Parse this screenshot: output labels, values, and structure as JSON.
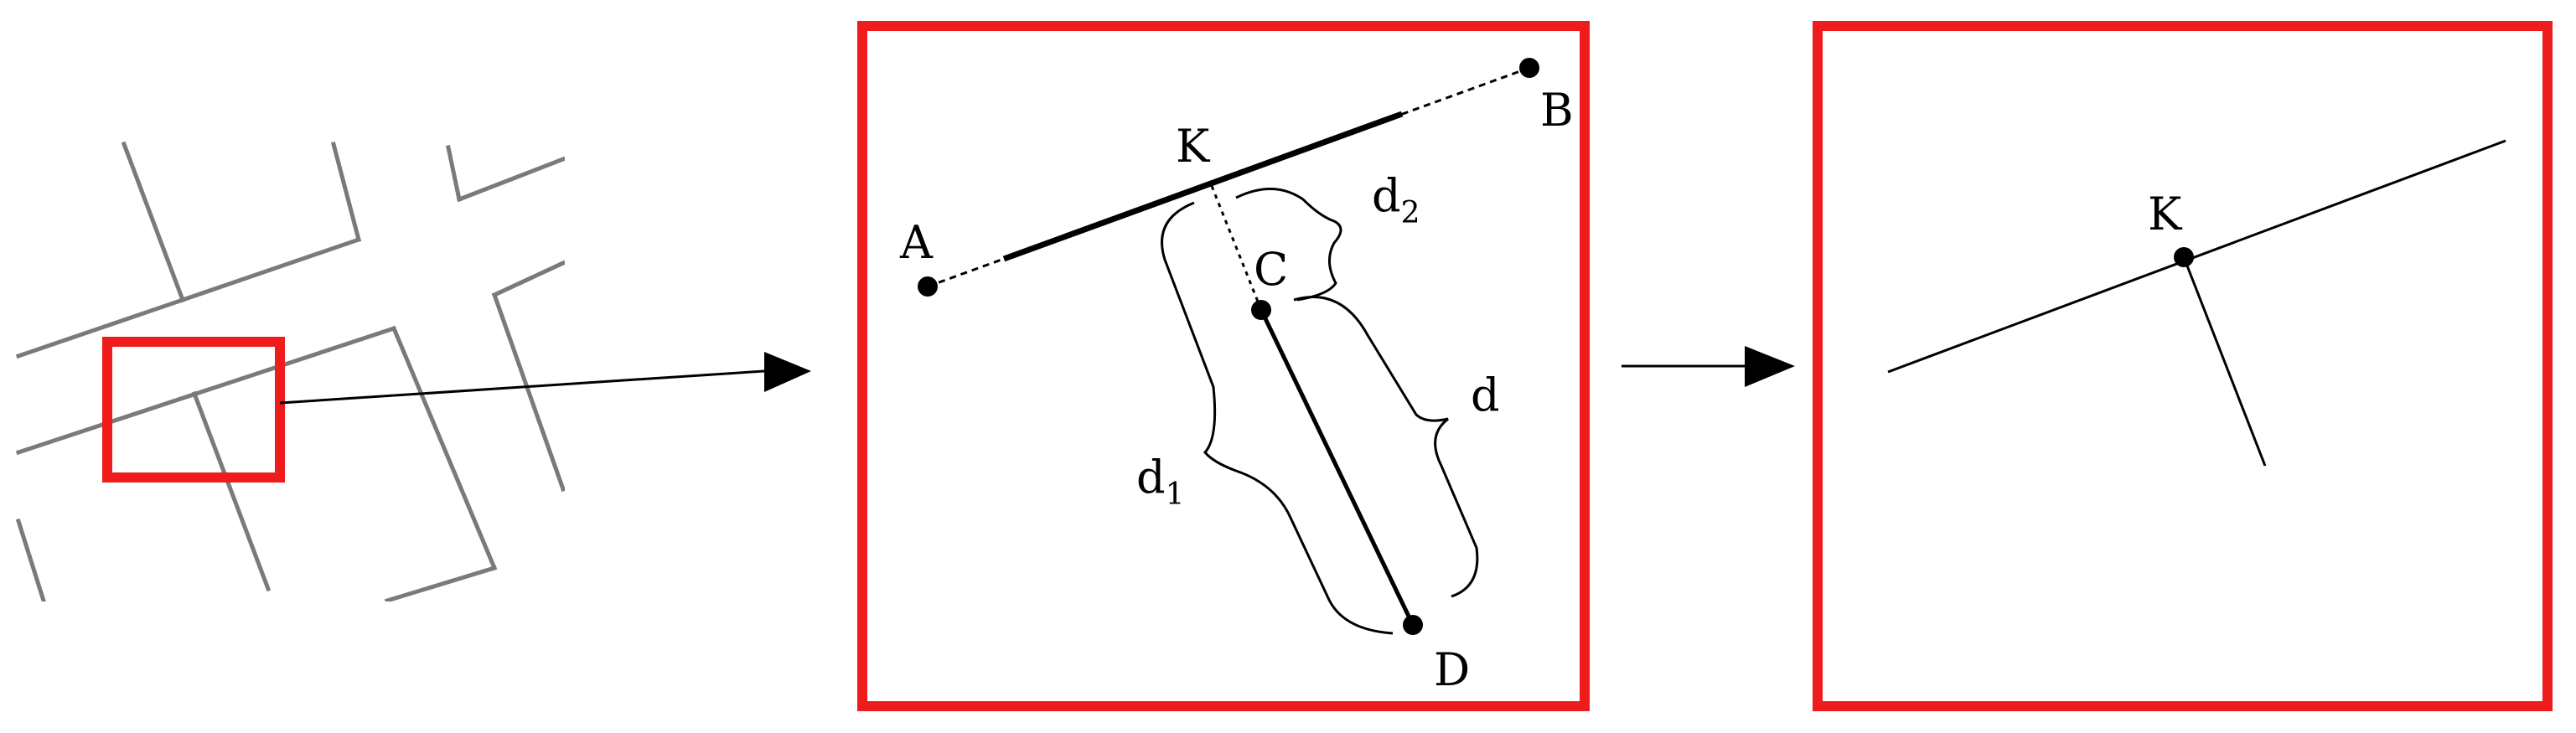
{
  "colors": {
    "frame": "#ee1c1c",
    "street": "#7a7a7a",
    "ink": "#000000",
    "background": "#ffffff"
  },
  "panels": {
    "left": {
      "description_kind": "street-network-sketch"
    },
    "middle": {
      "points": {
        "A": "A",
        "B": "B",
        "C": "C",
        "D": "D",
        "K": "K"
      },
      "distances": {
        "d": "d",
        "d1_base": "d",
        "d1_sub": "1",
        "d2_base": "d",
        "d2_sub": "2"
      }
    },
    "right": {
      "points": {
        "K": "K"
      }
    }
  },
  "icons": [
    "arrow-right-icon",
    "arrow-right-icon"
  ]
}
